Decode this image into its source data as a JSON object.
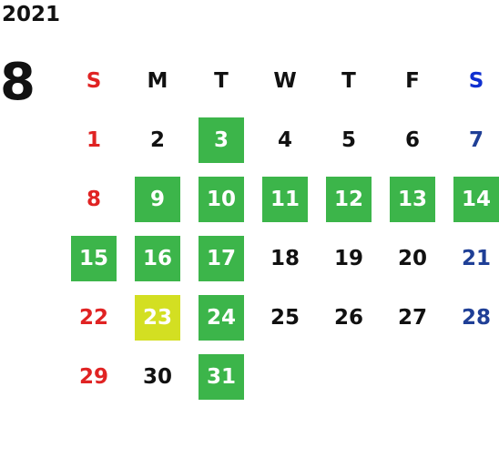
{
  "calendar": {
    "year": "2021",
    "month": "8",
    "weekdays": [
      "S",
      "M",
      "T",
      "W",
      "T",
      "F",
      "S"
    ],
    "first_weekday_index": 0,
    "days": [
      {
        "day": "1",
        "mark": "none"
      },
      {
        "day": "2",
        "mark": "none"
      },
      {
        "day": "3",
        "mark": "green"
      },
      {
        "day": "4",
        "mark": "none"
      },
      {
        "day": "5",
        "mark": "none"
      },
      {
        "day": "6",
        "mark": "none"
      },
      {
        "day": "7",
        "mark": "none"
      },
      {
        "day": "8",
        "mark": "none"
      },
      {
        "day": "9",
        "mark": "green"
      },
      {
        "day": "10",
        "mark": "green"
      },
      {
        "day": "11",
        "mark": "green"
      },
      {
        "day": "12",
        "mark": "green"
      },
      {
        "day": "13",
        "mark": "green"
      },
      {
        "day": "14",
        "mark": "green"
      },
      {
        "day": "15",
        "mark": "green"
      },
      {
        "day": "16",
        "mark": "green"
      },
      {
        "day": "17",
        "mark": "green"
      },
      {
        "day": "18",
        "mark": "none"
      },
      {
        "day": "19",
        "mark": "none"
      },
      {
        "day": "20",
        "mark": "none"
      },
      {
        "day": "21",
        "mark": "none"
      },
      {
        "day": "22",
        "mark": "none"
      },
      {
        "day": "23",
        "mark": "yellow"
      },
      {
        "day": "24",
        "mark": "green"
      },
      {
        "day": "25",
        "mark": "none"
      },
      {
        "day": "26",
        "mark": "none"
      },
      {
        "day": "27",
        "mark": "none"
      },
      {
        "day": "28",
        "mark": "none"
      },
      {
        "day": "29",
        "mark": "none"
      },
      {
        "day": "30",
        "mark": "none"
      },
      {
        "day": "31",
        "mark": "green"
      }
    ]
  },
  "colors": {
    "sunday": "#e02323",
    "saturday": "#1f3f96",
    "saturday_header": "#1030d0",
    "green_mark": "#3cb54a",
    "yellow_mark": "#d3df22"
  }
}
